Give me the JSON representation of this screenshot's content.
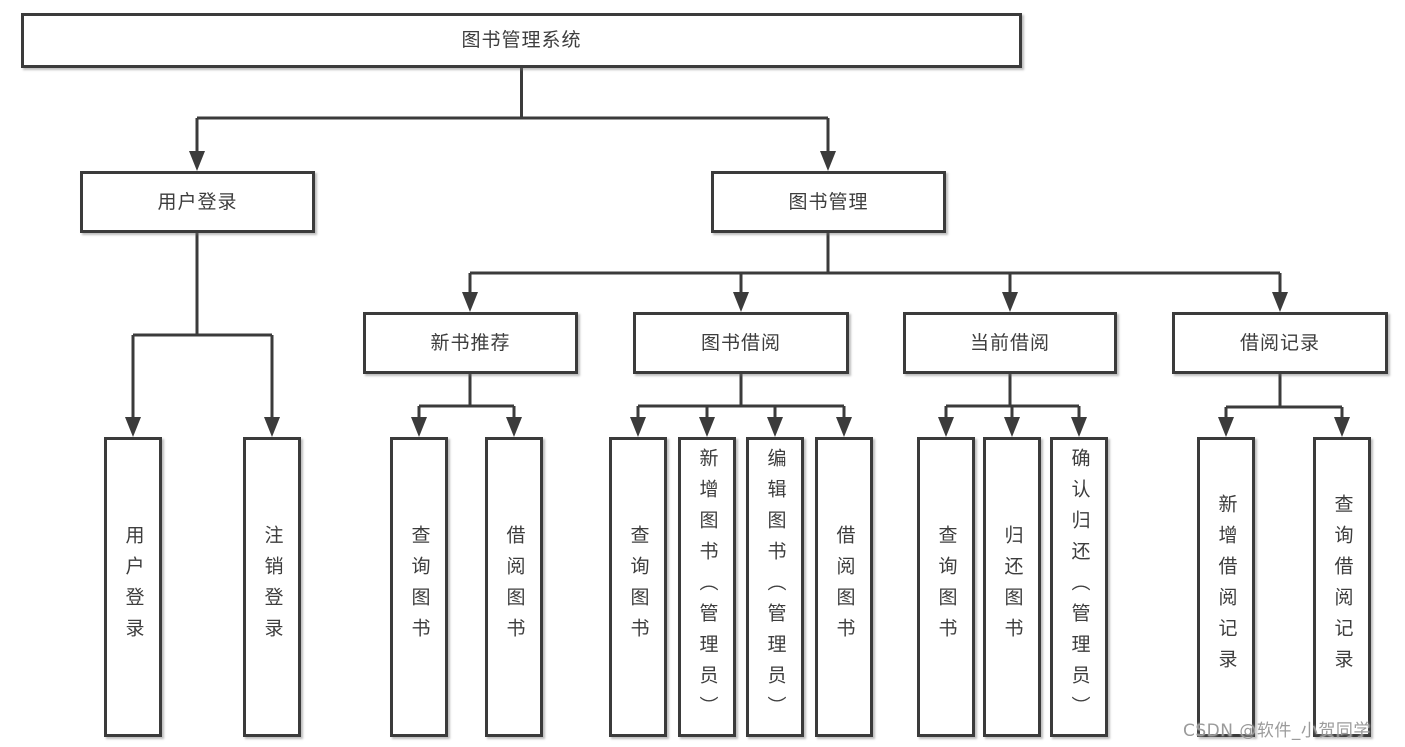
{
  "nodes": {
    "root": "图书管理系统",
    "login": "用户登录",
    "mgmt": "图书管理",
    "l3": [
      "新书推荐",
      "图书借阅",
      "当前借阅",
      "借阅记录"
    ],
    "login_children": [
      "用户登录",
      "注销登录"
    ],
    "newbook_children": [
      "查询图书",
      "借阅图书"
    ],
    "borrow_children": [
      "查询图书",
      "新增图书（管理员）",
      "编辑图书（管理员）",
      "借阅图书"
    ],
    "current_children": [
      "查询图书",
      "归还图书",
      "确认归还（管理员）"
    ],
    "records_children": [
      "新增借阅记录",
      "查询借阅记录"
    ]
  },
  "watermark": "CSDN @软件_小贺同学",
  "colors": {
    "line": "#3b3b3b",
    "text": "#3d3d3d",
    "watermark": "#9b9b9b",
    "background": "#ffffff"
  }
}
